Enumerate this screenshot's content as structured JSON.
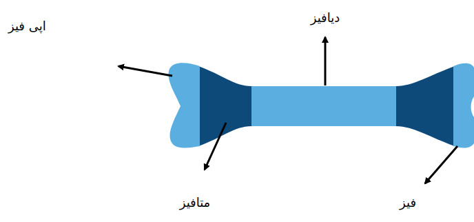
{
  "diagram": {
    "labels": [
      "دیافیز",
      "اپی فیز",
      "متافیز",
      "فیز"
    ]
  }
}
